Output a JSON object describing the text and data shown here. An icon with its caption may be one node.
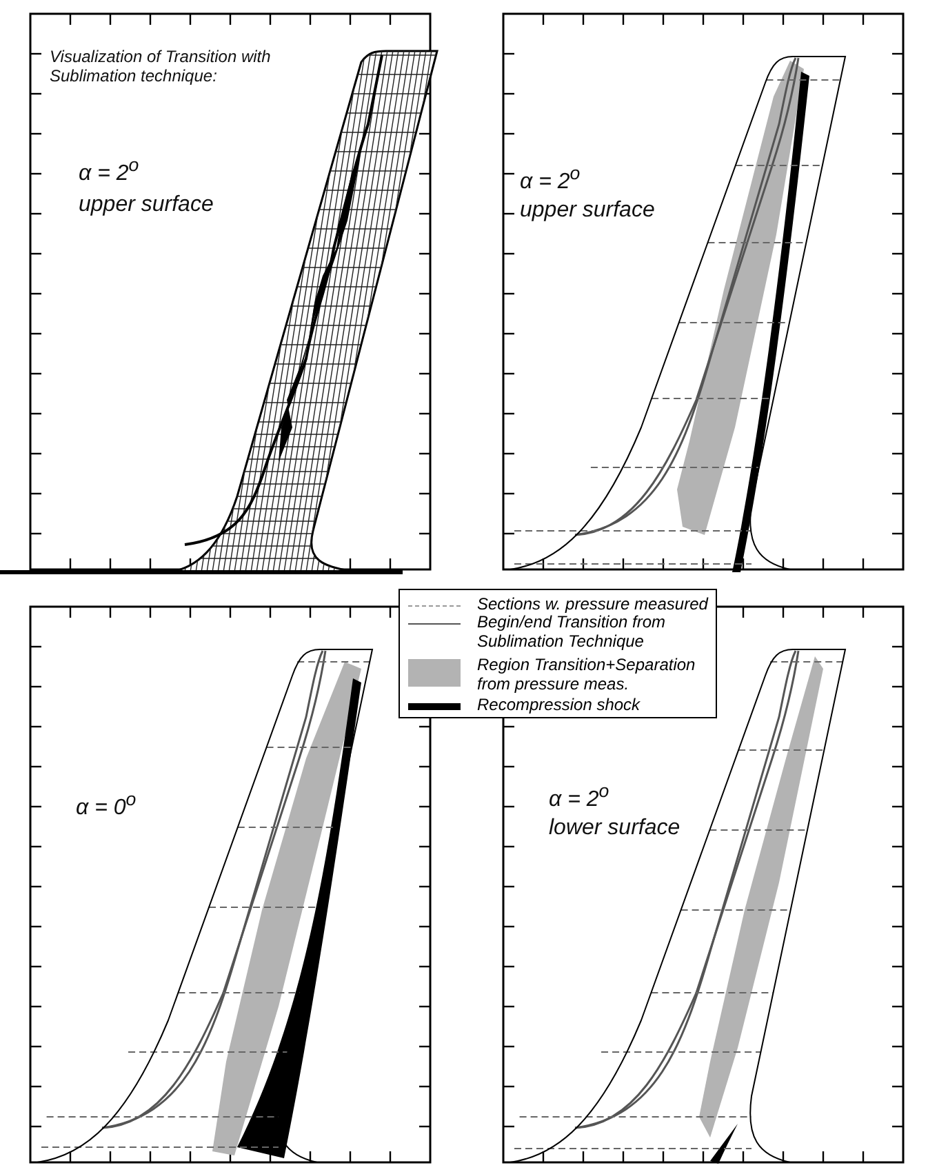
{
  "diagram": {
    "labels": [
      "Visualization of Transition with Sublimation technique:",
      "α = 2$^{o}$",
      "upper surface",
      "α = 2$^{o}$",
      "upper surface",
      "α = 0$^{o}$",
      "α = 2$^{o}$",
      "lower surface"
    ],
    "legend": [
      {
        "text": "Sections w. pressure measured"
      },
      {
        "text": "Begin/end Transition from Sublimation Technique"
      },
      {
        "text": "Region Transition+Separation from pressure meas.",
        "color": "#b3b3b3"
      },
      {
        "text": "Recompression shock",
        "color": "#000000"
      }
    ]
  }
}
